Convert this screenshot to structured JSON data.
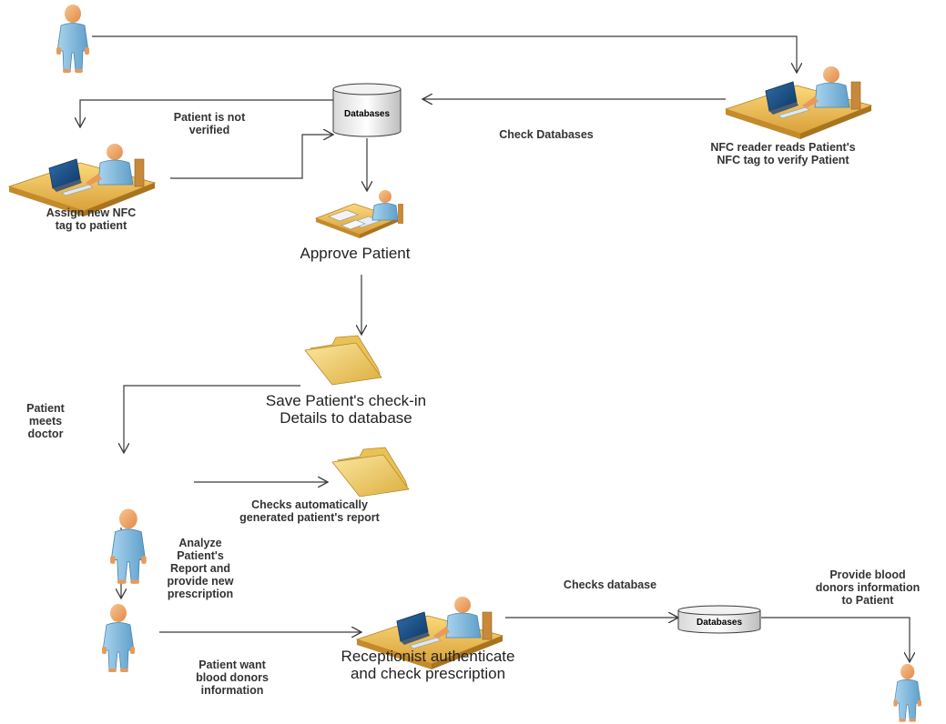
{
  "diagram": {
    "databases_top": "Databases",
    "databases_bottom": "Databases",
    "patient_not_verified": "Patient is not\nverified",
    "check_databases": "Check Databases",
    "nfc_reader": "NFC reader reads Patient's\nNFC tag to verify Patient",
    "assign_nfc": "Assign new NFC\ntag to patient",
    "approve_patient": "Approve Patient",
    "save_checkin": "Save Patient's check-in\nDetails to database",
    "patient_meets_doctor": "Patient\nmeets\ndoctor",
    "checks_report": "Checks automatically\ngenerated patient's report",
    "analyze_report": "Analyze\nPatient's\nReport and\nprovide new\nprescription",
    "checks_database": "Checks database",
    "provide_blood": "Provide blood\ndonors information\nto Patient",
    "patient_want_blood": "Patient want\nblood donors\ninformation",
    "receptionist": "Receptionist authenticate\nand check prescription"
  },
  "colors": {
    "line": "#3a3a3a",
    "skin": "#f2a66a",
    "body_blue": "#8ec3e2",
    "desk": "#f0c25e",
    "folder": "#f3d36b"
  }
}
